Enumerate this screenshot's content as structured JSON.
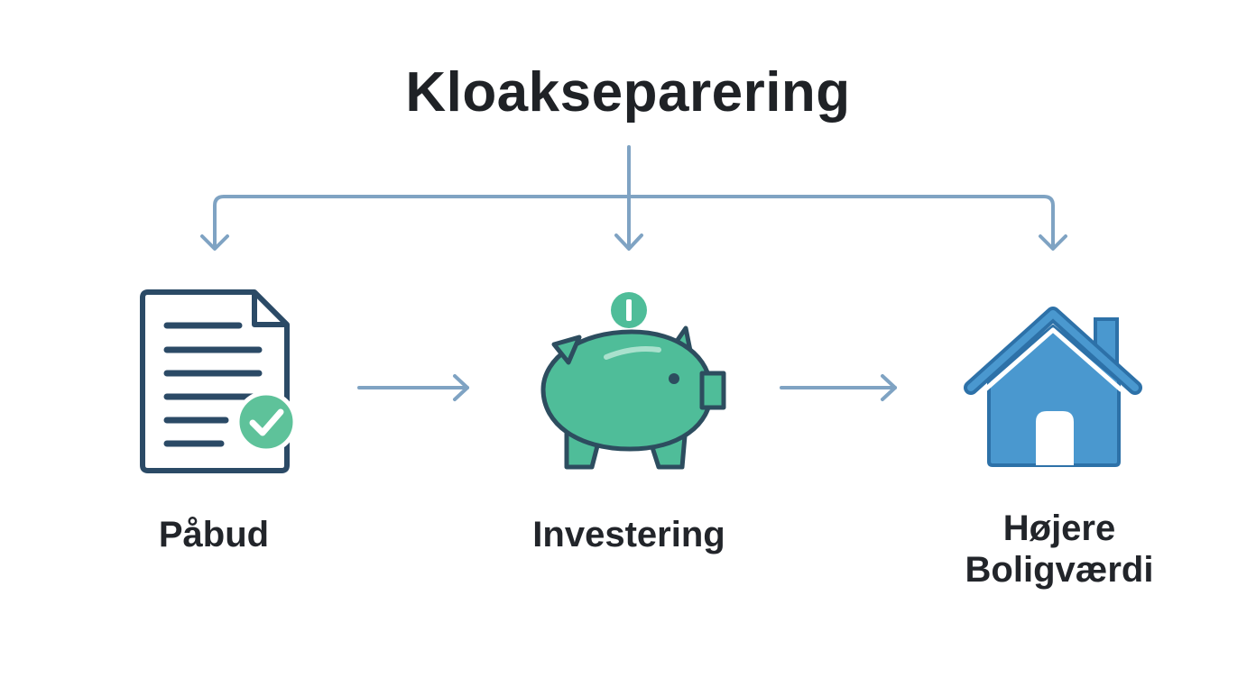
{
  "title": "Kloakseparering",
  "steps": [
    {
      "label_lines": [
        "Påbud"
      ],
      "icon": "document-check-icon"
    },
    {
      "label_lines": [
        "Investering"
      ],
      "icon": "piggy-bank-icon"
    },
    {
      "label_lines": [
        "Højere",
        "Boligværdi"
      ],
      "icon": "house-icon"
    }
  ],
  "colors": {
    "arrow": "#7fa3c3",
    "document_stroke": "#2b4a66",
    "check_badge": "#5ec29a",
    "piggy_fill": "#4fbd99",
    "piggy_stroke": "#2d4d5f",
    "house_fill": "#4a98cf",
    "house_stroke": "#2d71a8",
    "text": "#22252a"
  }
}
